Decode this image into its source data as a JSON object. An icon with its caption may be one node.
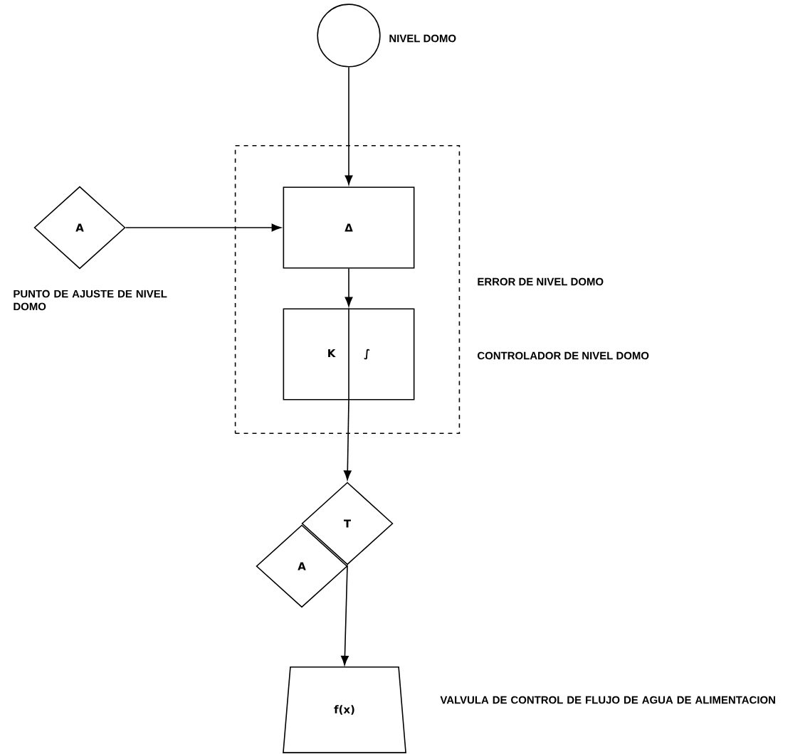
{
  "diagram": {
    "nodes": [
      {
        "text": [],
        "shape": "circle",
        "beside": [
          "NIVEL DOMO"
        ]
      },
      {
        "text": [
          "A"
        ],
        "beside": [
          "PUNTO DE AJUSTE DE NIVEL DOMO"
        ]
      },
      {
        "text": [],
        "shape": "box"
      },
      {
        "text": [
          "Δ"
        ],
        "in": 2
      },
      {
        "text": [
          "K",
          "∫"
        ],
        "in": 2
      },
      {
        "text": [
          "T"
        ]
      },
      {
        "text": [
          "A"
        ]
      },
      {
        "text": [
          "f(x)"
        ],
        "beside": [
          "VALVULA DE CONTROL DE FLUJO DE AGUA DE ALIMENTACION"
        ]
      }
    ],
    "edges": [
      {
        "from": 0,
        "to": 3,
        "arrow": "to"
      },
      {
        "from": 1,
        "to": 3,
        "arrow": "to"
      },
      {
        "from": 3,
        "to": 4,
        "arrow": "to"
      },
      {
        "from": 4,
        "to": 5,
        "arrow": "to"
      },
      {
        "from": 5,
        "to": 7,
        "arrow": "to"
      }
    ],
    "labels": [
      "ERROR DE NIVEL DOMO",
      "CONTROLADOR DE NIVEL DOMO"
    ]
  }
}
